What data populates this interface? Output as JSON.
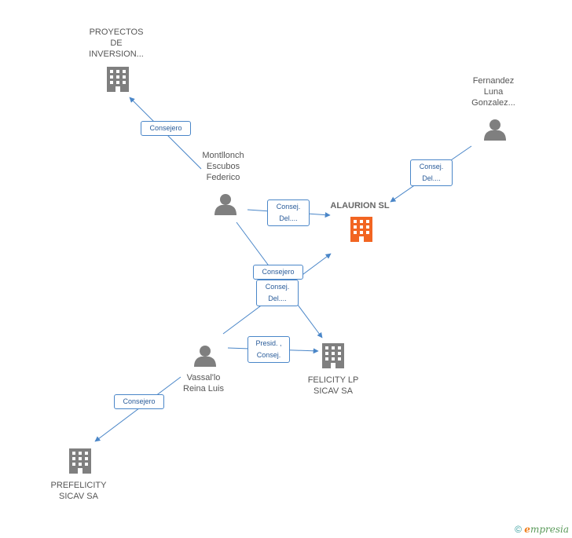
{
  "nodes": {
    "proyectos": "PROYECTOS\nDE\nINVERSION...",
    "fernandez": "Fernandez\nLuna\nGonzalez...",
    "montllonch": "Montllonch\nEscubos\nFederico",
    "alaurion": "ALAURION SL",
    "felicity": "FELICITY LP\nSICAV SA",
    "vassallo": "Vassal'lo\nReina Luis",
    "prefelicity": "PREFELICITY\nSICAV SA"
  },
  "edges": {
    "e1": "Consejero",
    "e2": "Consej.\nDel....",
    "e3": "Consej.\nDel....",
    "e4": "Consejero",
    "e5": "Consej.\nDel....",
    "e6": "Presid. ,\nConsej.",
    "e7": "Consejero"
  },
  "icons": {
    "company": "building-icon",
    "person": "person-icon"
  },
  "colors": {
    "main_company": "#f26522",
    "company": "#7f7f7f",
    "person": "#7f7f7f",
    "edge": "#4a86c8"
  },
  "footer": {
    "copyright": "©",
    "brand_e": "e",
    "brand_rest": "mpresia"
  }
}
